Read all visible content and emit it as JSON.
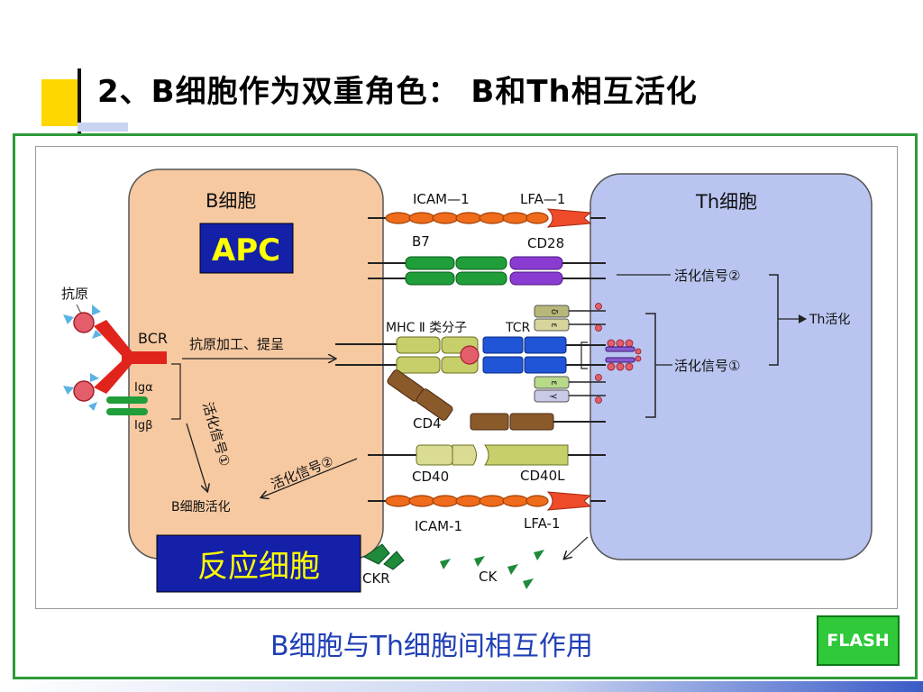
{
  "slide": {
    "title": "2、B细胞作为双重角色： B和Th相互活化",
    "caption": "B细胞与Th细胞间相互作用",
    "flash_label": "FLASH"
  },
  "diagram": {
    "b_cell": {
      "title": "B细胞",
      "apc_badge": "APC",
      "effector_badge": "反应细胞"
    },
    "th_cell": {
      "title": "Th细胞"
    },
    "antigen_label": "抗原",
    "bcr_label": "BCR",
    "ig_alpha": "Igα",
    "ig_beta": "Igβ",
    "processing_label": "抗原加工、提呈",
    "signal1_vertical": "活化信号①",
    "signal2_diagonal": "活化信号②",
    "b_activation": "B细胞活化",
    "molecules": {
      "icam1_top": "ICAM—1",
      "lfa1_top": "LFA—1",
      "b7": "B7",
      "cd28": "CD28",
      "mhc2": "MHC Ⅱ 类分子",
      "tcr": "TCR",
      "cd4": "CD4",
      "cd40": "CD40",
      "cd40l": "CD40L",
      "icam1_bottom": "ICAM-1",
      "lfa1_bottom": "LFA-1",
      "ckr": "CKR",
      "ck": "CK"
    },
    "cd3_labels": [
      "δ",
      "ε",
      "ε",
      "γ"
    ],
    "th_signal2": "活化信号②",
    "th_signal1": "活化信号①",
    "th_activation": "Th活化"
  },
  "colors": {
    "b_cell_fill": "#f7c9a1",
    "th_cell_fill": "#b9c5f0",
    "badge_blue": "#1420a8",
    "badge_text_yellow": "#ffff00",
    "frame_green": "#2e9a3a",
    "chain_orange": "#ee6c1c",
    "b7_green": "#1f9e3a",
    "cd28_purple": "#8a3bd1",
    "mhc_olive": "#b8c15a",
    "tcr_blue": "#1f55d6",
    "cd4_brown": "#8a5a2b",
    "caption_blue": "#1f3fb5"
  }
}
